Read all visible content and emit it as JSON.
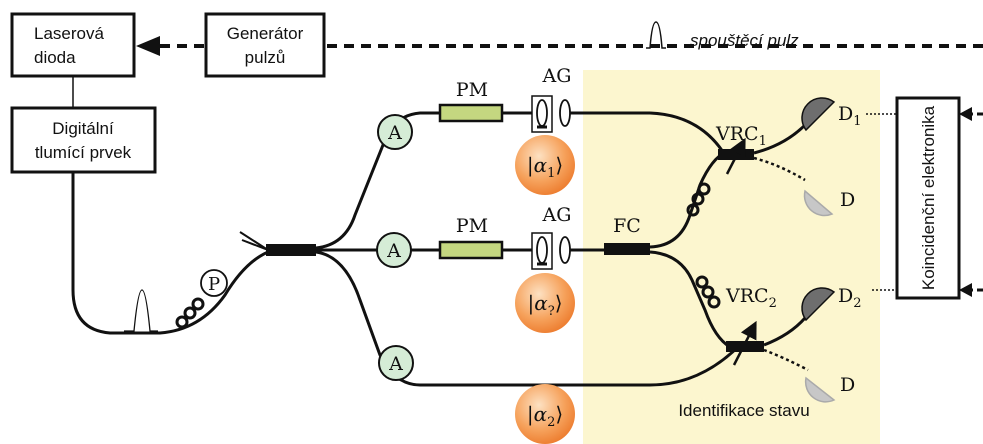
{
  "colors": {
    "highlight_bg": "#fcf6cf",
    "phase_modulator": "#c4d780",
    "attenuator": "#d5ecd6",
    "state_gradient_light": "#fbd3a8",
    "state_gradient_dark": "#ee7e2f",
    "detector_dark": "#6e6e6e",
    "detector_light": "#c7c7c7",
    "line": "#111111"
  },
  "labels": {
    "laser_diode_line1": "Laserová",
    "laser_diode_line2": "dioda",
    "pulse_gen_line1": "Generátor",
    "pulse_gen_line2": "pulzů",
    "trigger_pulse": "spouštěcí pulz",
    "attenuator_line1": "Digitální",
    "attenuator_line2": "tlumící prvek",
    "coincidence": "Koincidenční elektronika",
    "state_identification": "Identifikace stavu"
  },
  "components": {
    "pm": "PM",
    "ag": "AG",
    "fc": "FC",
    "amplitude": "A",
    "polarizer": "P",
    "vrc1": "VRC",
    "vrc1_sub": "1",
    "vrc2": "VRC",
    "vrc2_sub": "2",
    "d1": "D",
    "d1_sub": "1",
    "d2": "D",
    "d2_sub": "2",
    "d_plain": "D"
  },
  "states": {
    "alpha1": "α",
    "alpha1_sub": "1",
    "alpha_q": "α",
    "alpha_q_sub": "?",
    "alpha2": "α",
    "alpha2_sub": "2"
  },
  "icons": [
    "pulse-icon",
    "fiber-coil-icon",
    "detector-icon",
    "aperture-icon",
    "arrow-icon"
  ]
}
